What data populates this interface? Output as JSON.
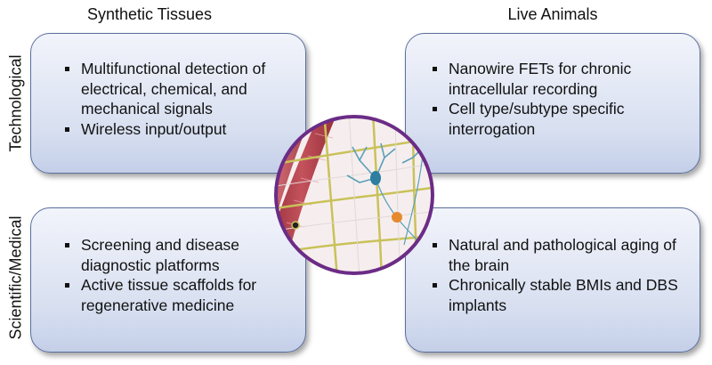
{
  "columns": {
    "left": "Synthetic Tissues",
    "right": "Live Animals"
  },
  "rows": {
    "top": "Technological",
    "bottom": "Scientific/Medical"
  },
  "quadrants": {
    "top_left": {
      "items": [
        "Multifunctional detection of electrical, chemical, and mechanical signals",
        "Wireless input/output"
      ]
    },
    "top_right": {
      "items": [
        "Nanowire FETs for chronic intracellular recording",
        "Cell type/subtype specific interrogation"
      ]
    },
    "bottom_left": {
      "items": [
        "Screening and disease diagnostic platforms",
        "Active tissue scaffolds for regenerative medicine"
      ]
    },
    "bottom_right": {
      "items": [
        "Natural and pathological aging of the brain",
        "Chronically stable BMIs and DBS implants"
      ]
    }
  },
  "colors": {
    "box_border": "#5a6f9e",
    "box_fill": "#d7dff0",
    "ring": "#6b2c86",
    "muscle": "#b2404a",
    "fiber": "#c9c25a",
    "neuron": "#5aa0b8",
    "node": "#e68a2e"
  }
}
